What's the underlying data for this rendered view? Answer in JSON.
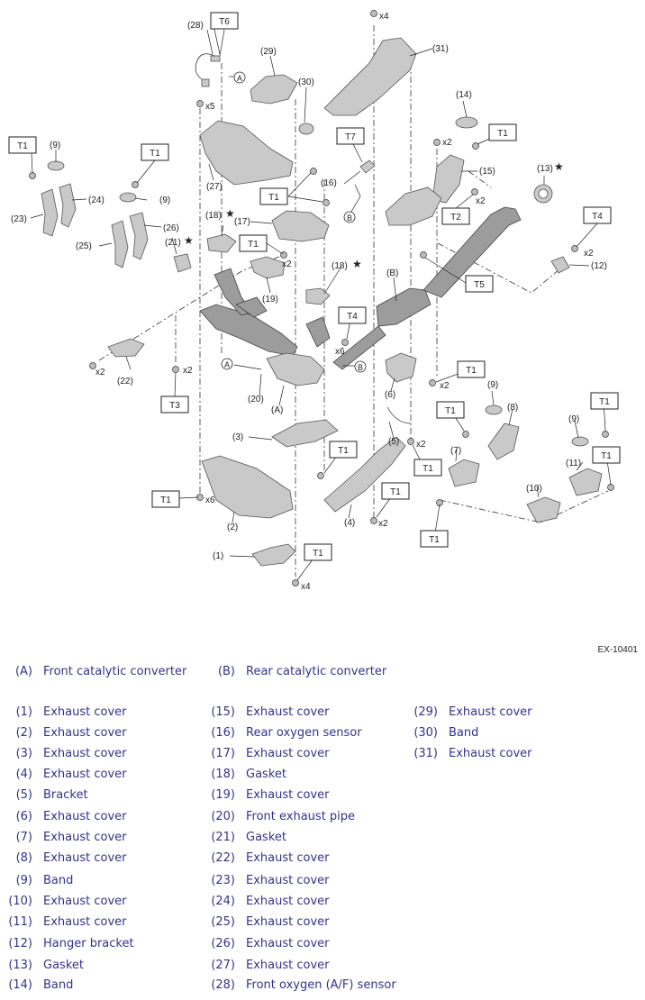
{
  "figure_code": "EX-10401",
  "legend_letters": [
    {
      "num": "(A)",
      "name": "Front catalytic converter"
    },
    {
      "num": "(B)",
      "name": "Rear catalytic converter"
    }
  ],
  "legend_items": [
    {
      "num": "(1)",
      "name": "Exhaust cover"
    },
    {
      "num": "(2)",
      "name": "Exhaust cover"
    },
    {
      "num": "(3)",
      "name": "Exhaust cover"
    },
    {
      "num": "(4)",
      "name": "Exhaust cover"
    },
    {
      "num": "(5)",
      "name": "Bracket"
    },
    {
      "num": "(6)",
      "name": "Exhaust cover"
    },
    {
      "num": "(7)",
      "name": "Exhaust cover"
    },
    {
      "num": "(8)",
      "name": "Exhaust cover"
    },
    {
      "num": "(9)",
      "name": "Band"
    },
    {
      "num": "(10)",
      "name": "Exhaust cover"
    },
    {
      "num": "(11)",
      "name": "Exhaust cover"
    },
    {
      "num": "(12)",
      "name": "Hanger bracket"
    },
    {
      "num": "(13)",
      "name": "Gasket"
    },
    {
      "num": "(14)",
      "name": "Band"
    },
    {
      "num": "(15)",
      "name": "Exhaust cover"
    },
    {
      "num": "(16)",
      "name": "Rear oxygen sensor"
    },
    {
      "num": "(17)",
      "name": "Exhaust cover"
    },
    {
      "num": "(18)",
      "name": "Gasket"
    },
    {
      "num": "(19)",
      "name": "Exhaust cover"
    },
    {
      "num": "(20)",
      "name": "Front exhaust pipe"
    },
    {
      "num": "(21)",
      "name": "Gasket"
    },
    {
      "num": "(22)",
      "name": "Exhaust cover"
    },
    {
      "num": "(23)",
      "name": "Exhaust cover"
    },
    {
      "num": "(24)",
      "name": "Exhaust cover"
    },
    {
      "num": "(25)",
      "name": "Exhaust cover"
    },
    {
      "num": "(26)",
      "name": "Exhaust cover"
    },
    {
      "num": "(27)",
      "name": "Exhaust cover"
    },
    {
      "num": "(28)",
      "name": "Front oxygen (A/F) sensor"
    },
    {
      "num": "(29)",
      "name": "Exhaust cover"
    },
    {
      "num": "(30)",
      "name": "Band"
    },
    {
      "num": "(31)",
      "name": "Exhaust cover"
    }
  ],
  "diagram": {
    "torque_labels": [
      "T1",
      "T2",
      "T3",
      "T4",
      "T5",
      "T6",
      "T7"
    ],
    "quantities": [
      "x2",
      "x4",
      "x5",
      "x6"
    ],
    "callouts": [
      "(1)",
      "(2)",
      "(3)",
      "(4)",
      "(5)",
      "(6)",
      "(7)",
      "(8)",
      "(9)",
      "(10)",
      "(11)",
      "(12)",
      "(13)",
      "(14)",
      "(15)",
      "(16)",
      "(17)",
      "(18)",
      "(19)",
      "(20)",
      "(21)",
      "(22)",
      "(23)",
      "(24)",
      "(25)",
      "(26)",
      "(27)",
      "(28)",
      "(29)",
      "(30)",
      "(31)",
      "(A)",
      "(B)"
    ],
    "circle_letters": [
      "A",
      "B"
    ],
    "star": "★"
  }
}
